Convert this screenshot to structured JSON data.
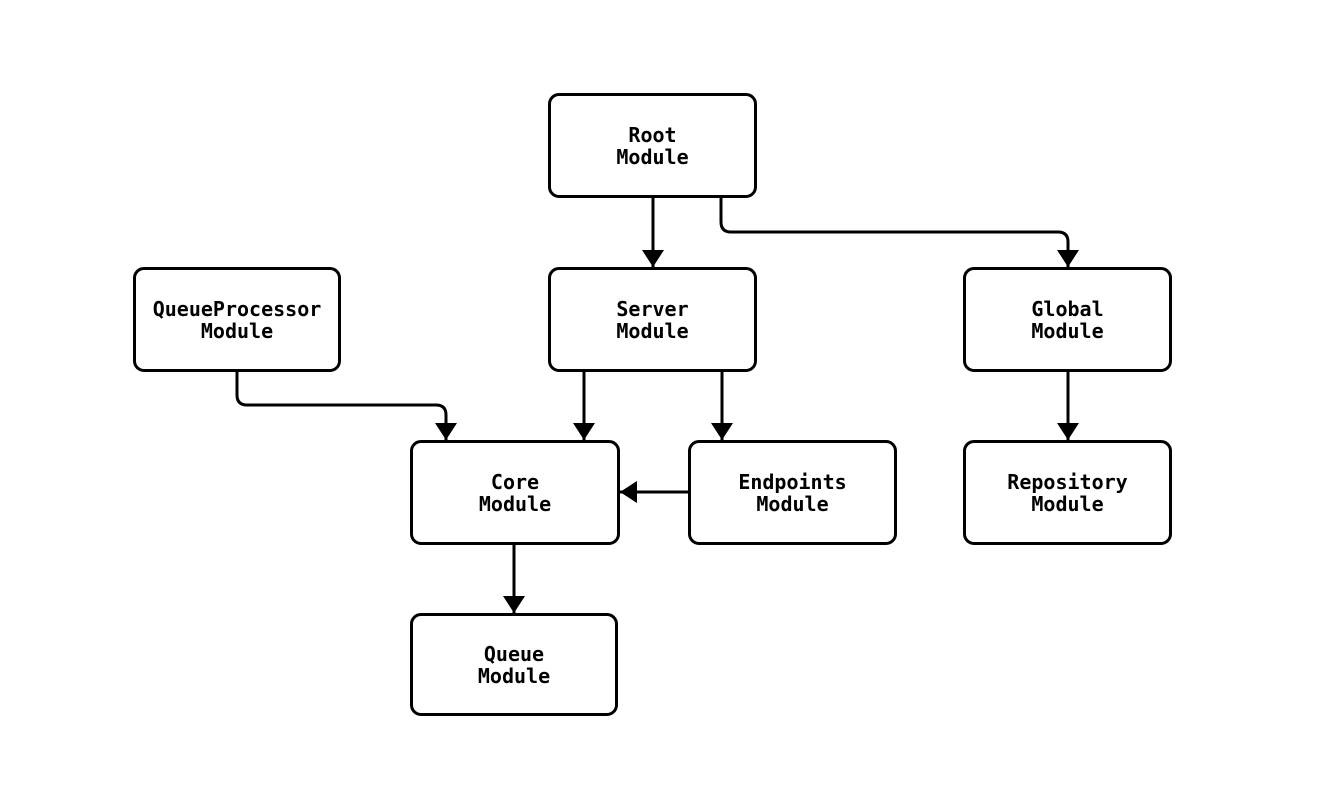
{
  "diagram": {
    "type": "flowchart",
    "background_color": "#ffffff",
    "edge_color": "#000000",
    "node_fill_color": "#ffffff",
    "node_border_color": "#000000",
    "text_color": "#000000",
    "nodes": {
      "root": {
        "label": "Root\nModule"
      },
      "queueprocessor": {
        "label": "QueueProcessor\nModule"
      },
      "server": {
        "label": "Server\nModule"
      },
      "global": {
        "label": "Global\nModule"
      },
      "core": {
        "label": "Core\nModule"
      },
      "endpoints": {
        "label": "Endpoints\nModule"
      },
      "repository": {
        "label": "Repository\nModule"
      },
      "queue": {
        "label": "Queue\nModule"
      }
    },
    "edges": [
      {
        "from": "Root Module",
        "to": "Server Module"
      },
      {
        "from": "Root Module",
        "to": "Global Module"
      },
      {
        "from": "QueueProcessor Module",
        "to": "Core Module"
      },
      {
        "from": "Server Module",
        "to": "Core Module"
      },
      {
        "from": "Server Module",
        "to": "Endpoints Module"
      },
      {
        "from": "Endpoints Module",
        "to": "Core Module"
      },
      {
        "from": "Global Module",
        "to": "Repository Module"
      },
      {
        "from": "Core Module",
        "to": "Queue Module"
      }
    ]
  }
}
